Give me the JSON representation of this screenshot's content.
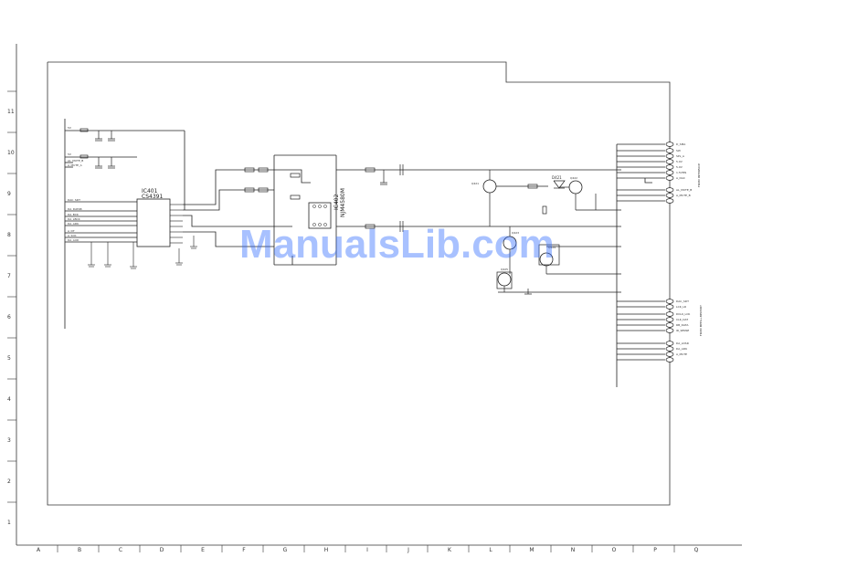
{
  "watermark": "ManualsLib.com",
  "ic401": {
    "ref": "IC401",
    "part": "CS4391"
  },
  "ic402": {
    "ref": "IC402",
    "part": "NJM4580M"
  },
  "d421": "D421",
  "q421": "Q421",
  "q422": "Q422",
  "q423": "Q423",
  "q424": "Q424",
  "q425": "Q425",
  "header_top_title": "FROM INTERFACE",
  "header_bottom_title": "FROM MPEG+MEMORY",
  "top_pins": [
    "D_SMA",
    "SW",
    "SPL_A",
    "5.0V",
    "5.0V",
    "1.5VMS",
    "A_DAC",
    "",
    "AL_MUTE_B",
    "A_MUTE_B"
  ],
  "bottom_pins": [
    "DAC_SDT",
    "LCK_LR",
    "",
    "DCLK_LCK",
    "CLK_DAT",
    "RB_DATA",
    "IR_SENSE",
    "",
    "DA_LDSR",
    "DA_ADK",
    "A_MUTE"
  ],
  "left_nets": [
    "5V",
    "5V",
    "AL_MUTE_B",
    "A_MUTE_A",
    "DAC_SDT",
    "DA_DATAB",
    "DA_BCK",
    "DA_LBCK",
    "DA_ADK",
    "A_DT",
    "A_SCK",
    "DA_AUD"
  ],
  "columns": [
    "A",
    "B",
    "C",
    "D",
    "E",
    "F",
    "G",
    "H",
    "I",
    "J",
    "K",
    "L",
    "M",
    "N",
    "O",
    "P",
    "Q"
  ],
  "rows": [
    "11",
    "10",
    "9",
    "8",
    "7",
    "6",
    "5",
    "4",
    "3",
    "2",
    "1"
  ]
}
